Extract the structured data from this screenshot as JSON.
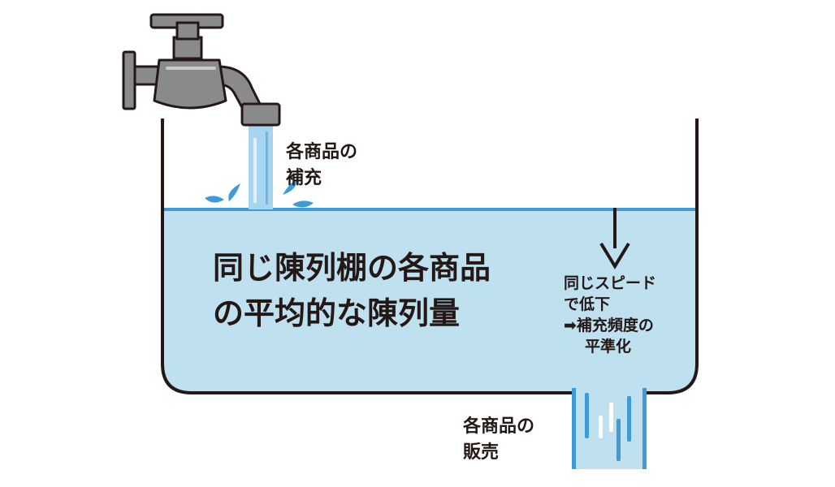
{
  "diagram": {
    "supply_label": [
      "各商品の",
      "補充"
    ],
    "main_label": [
      "同じ陳列棚の各商品",
      "の平均的な陳列量"
    ],
    "side_label": [
      "同じスピード",
      "で低下",
      "➡補充頻度の",
      "平準化"
    ],
    "sales_label": [
      "各商品の",
      "販売"
    ]
  },
  "icons": [
    "faucet-icon",
    "water-drop-icon",
    "down-arrow-icon",
    "water-tank-icon"
  ],
  "colors": {
    "water": "#bfe0ef",
    "water_edge": "#3f9ad5",
    "stream": "#a7d4ee",
    "outline": "#231815",
    "faucet": "#8a8a8a"
  }
}
